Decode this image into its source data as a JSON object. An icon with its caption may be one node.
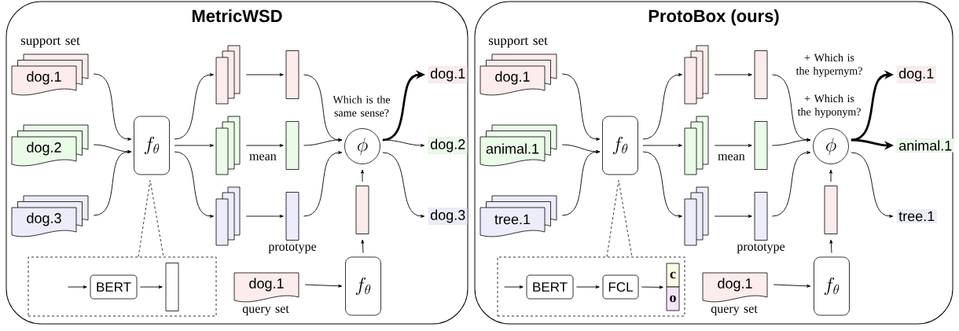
{
  "diagram": {
    "nodes": [
      {
        "text": [
          "MetricWSD"
        ]
      },
      {
        "text": [
          "dog.1"
        ],
        "in": 0,
        "beside": [
          "support set"
        ]
      },
      {
        "text": [
          "dog.2"
        ],
        "in": 0
      },
      {
        "text": [
          "dog.3"
        ],
        "in": 0
      },
      {
        "text": [
          "f_\\theta"
        ],
        "in": 0
      },
      {
        "text": [],
        "shape": "bar",
        "in": 0
      },
      {
        "text": [],
        "shape": "bar",
        "in": 0
      },
      {
        "text": [],
        "shape": "bar",
        "in": 0
      },
      {
        "text": [],
        "shape": "bar",
        "in": 0
      },
      {
        "text": [],
        "shape": "bar",
        "in": 0
      },
      {
        "text": [],
        "shape": "bar",
        "in": 0,
        "beside": [
          "prototype"
        ]
      },
      {
        "text": [
          "\\phi"
        ],
        "in": 0,
        "beside": [
          "Which is the same sense?"
        ]
      },
      {
        "text": [
          "dog.1"
        ],
        "in": 0
      },
      {
        "text": [
          "dog.2"
        ],
        "in": 0
      },
      {
        "text": [
          "dog.3"
        ],
        "in": 0
      },
      {
        "text": [],
        "shape": "box",
        "in": 0
      },
      {
        "text": [
          "BERT"
        ],
        "in": 15
      },
      {
        "text": [],
        "shape": "bar",
        "in": 15
      },
      {
        "text": [
          "dog.1"
        ],
        "in": 0,
        "beside": [
          "query set"
        ]
      },
      {
        "text": [
          "f_\\theta"
        ],
        "in": 0
      },
      {
        "text": [],
        "shape": "bar",
        "in": 0
      },
      {
        "text": [
          "ProtoBox (ours)"
        ]
      },
      {
        "text": [
          "dog.1"
        ],
        "in": 21,
        "beside": [
          "support set"
        ]
      },
      {
        "text": [
          "animal.1"
        ],
        "in": 21
      },
      {
        "text": [
          "tree.1"
        ],
        "in": 21
      },
      {
        "text": [
          "f_\\theta"
        ],
        "in": 21
      },
      {
        "text": [],
        "shape": "bar",
        "in": 21
      },
      {
        "text": [],
        "shape": "bar",
        "in": 21
      },
      {
        "text": [],
        "shape": "bar",
        "in": 21
      },
      {
        "text": [],
        "shape": "bar",
        "in": 21
      },
      {
        "text": [],
        "shape": "bar",
        "in": 21
      },
      {
        "text": [],
        "shape": "bar",
        "in": 21,
        "beside": [
          "prototype"
        ]
      },
      {
        "text": [
          "\\phi"
        ],
        "in": 21,
        "beside": [
          "+ Which is the hypernym?",
          "+ Which is the hyponym?"
        ]
      },
      {
        "text": [
          "dog.1"
        ],
        "in": 21
      },
      {
        "text": [
          "animal.1"
        ],
        "in": 21
      },
      {
        "text": [
          "tree.1"
        ],
        "in": 21
      },
      {
        "text": [],
        "shape": "box",
        "in": 21
      },
      {
        "text": [
          "BERT"
        ],
        "in": 36
      },
      {
        "text": [
          "FCL"
        ],
        "in": 36
      },
      {
        "text": [
          "c"
        ],
        "in": 36
      },
      {
        "text": [
          "o"
        ],
        "in": 36
      },
      {
        "text": [
          "dog.1"
        ],
        "in": 21,
        "beside": [
          "query set"
        ]
      },
      {
        "text": [
          "f_\\theta"
        ],
        "in": 21
      },
      {
        "text": [],
        "shape": "bar",
        "in": 21
      }
    ],
    "edges": [
      {
        "from": 1,
        "to": 4,
        "arrow": "to"
      },
      {
        "from": 2,
        "to": 4,
        "arrow": "to"
      },
      {
        "from": 3,
        "to": 4,
        "arrow": "to"
      },
      {
        "from": 4,
        "to": 5,
        "arrow": "to"
      },
      {
        "from": 4,
        "to": 6,
        "arrow": "to"
      },
      {
        "from": 4,
        "to": 7,
        "arrow": "to"
      },
      {
        "from": 5,
        "to": 8,
        "arrow": "to"
      },
      {
        "from": 6,
        "to": 9,
        "arrow": "to",
        "label": "mean"
      },
      {
        "from": 7,
        "to": 10,
        "arrow": "to"
      },
      {
        "from": 8,
        "to": 11,
        "arrow": "to"
      },
      {
        "from": 9,
        "to": 11,
        "arrow": "to"
      },
      {
        "from": 10,
        "to": 11,
        "arrow": "to"
      },
      {
        "from": 11,
        "to": 12,
        "arrow": "to",
        "style": "thick"
      },
      {
        "from": 11,
        "to": 13,
        "arrow": "to"
      },
      {
        "from": 11,
        "to": 14,
        "arrow": "to"
      },
      {
        "from": null,
        "to": 16,
        "arrow": "to"
      },
      {
        "from": 16,
        "to": 17,
        "arrow": "to"
      },
      {
        "from": 18,
        "to": 19,
        "arrow": "to"
      },
      {
        "from": 19,
        "to": 20,
        "arrow": "to"
      },
      {
        "from": 20,
        "to": 11,
        "arrow": "to"
      },
      {
        "from": 22,
        "to": 25,
        "arrow": "to"
      },
      {
        "from": 23,
        "to": 25,
        "arrow": "to"
      },
      {
        "from": 24,
        "to": 25,
        "arrow": "to"
      },
      {
        "from": 25,
        "to": 26,
        "arrow": "to"
      },
      {
        "from": 25,
        "to": 27,
        "arrow": "to"
      },
      {
        "from": 25,
        "to": 28,
        "arrow": "to"
      },
      {
        "from": 26,
        "to": 29,
        "arrow": "to"
      },
      {
        "from": 27,
        "to": 30,
        "arrow": "to",
        "label": "mean"
      },
      {
        "from": 28,
        "to": 31,
        "arrow": "to"
      },
      {
        "from": 29,
        "to": 32,
        "arrow": "to"
      },
      {
        "from": 30,
        "to": 32,
        "arrow": "to"
      },
      {
        "from": 31,
        "to": 32,
        "arrow": "to"
      },
      {
        "from": 32,
        "to": 33,
        "arrow": "to",
        "style": "thick"
      },
      {
        "from": 32,
        "to": 34,
        "arrow": "to",
        "style": "thick"
      },
      {
        "from": 32,
        "to": 35,
        "arrow": "to"
      },
      {
        "from": null,
        "to": 37,
        "arrow": "to"
      },
      {
        "from": 37,
        "to": 38,
        "arrow": "to"
      },
      {
        "from": 38,
        "to": 39,
        "arrow": "to"
      },
      {
        "from": 41,
        "to": 42,
        "arrow": "to"
      },
      {
        "from": 42,
        "to": 43,
        "arrow": "to"
      },
      {
        "from": 43,
        "to": 32,
        "arrow": "to"
      }
    ]
  }
}
